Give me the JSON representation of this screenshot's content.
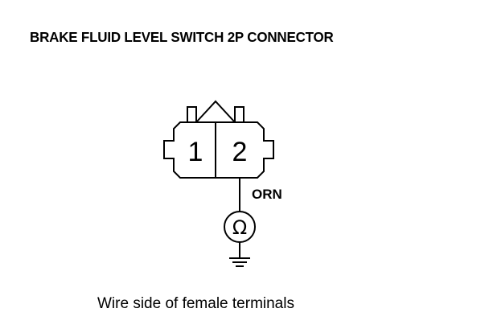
{
  "diagram": {
    "title": "BRAKE FLUID LEVEL SWITCH 2P CONNECTOR",
    "connector": {
      "terminals": [
        {
          "number": "1"
        },
        {
          "number": "2"
        }
      ]
    },
    "wire": {
      "color_code": "ORN"
    },
    "meter": {
      "symbol": "Ω",
      "icon": "ohmmeter-icon"
    },
    "ground": {
      "icon": "ground-icon"
    },
    "caption": "Wire side of female terminals"
  }
}
